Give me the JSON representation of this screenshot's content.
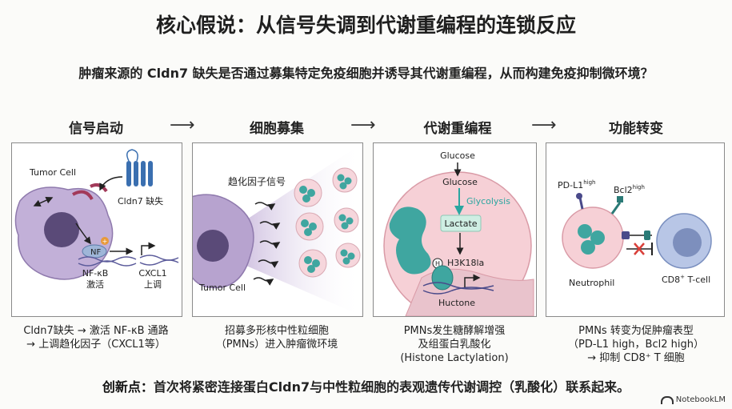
{
  "title": "核心假说：从信号失调到代谢重编程的连锁反应",
  "question": "肿瘤来源的 Cldn7 缺失是否通过募集特定免疫细胞并诱导其代谢重编程，从而构建免疫抑制微环境？",
  "steps": [
    {
      "label": "信号启动",
      "panel": {
        "tumor_cell": "Tumor Cell",
        "cldn7": "Cldn7 缺失",
        "nf": "NF",
        "nfkb_line1": "NF-κB",
        "nfkb_line2": "激活",
        "cxcl1_line1": "CXCL1",
        "cxcl1_line2": "上调"
      },
      "caption": [
        "Cldn7缺失 → 激活 NF-κB 通路",
        "→ 上调趋化因子（CXCL1等）"
      ]
    },
    {
      "label": "细胞募集",
      "panel": {
        "signal": "趋化因子信号",
        "tumor_cell": "Tumor Cell"
      },
      "caption": [
        "招募多形核中性粒细胞",
        "（PMNs）进入肿瘤微环境"
      ]
    },
    {
      "label": "代谢重编程",
      "panel": {
        "glucose_out": "Glucose",
        "glucose_in": "Glucose",
        "glycolysis": "Glycolysis",
        "lactate": "Lactate",
        "h3k18la": "H3K18la",
        "h_mark": "H",
        "hucto": "Huctone"
      },
      "caption": [
        "PMNs发生糖酵解增强",
        "及组蛋白乳酸化",
        "(Histone Lactylation)"
      ]
    },
    {
      "label": "功能转变",
      "panel": {
        "pdl1": "PD-L1",
        "pdl1_sup": "high",
        "bcl2": "Bcl2",
        "bcl2_sup": "high",
        "neutrophil": "Neutrophil",
        "cd8": "CD8",
        "cd8_sup": "+",
        "cd8_suffix": " T-cell"
      },
      "caption": [
        "PMNs 转变为促肿瘤表型",
        "（PD-L1 high，Bcl2 high）",
        "→ 抑制 CD8⁺ T 细胞"
      ]
    }
  ],
  "arrows": [
    "⟶",
    "⟶",
    "⟶"
  ],
  "footer": {
    "label": "创新点：",
    "text": "首次将紧密连接蛋白Cldn7与中性粒细胞的表观遗传代谢调控（乳酸化）联系起来。"
  },
  "brand": "NotebookLM",
  "colors": {
    "tumor": "#b7a3cf",
    "nucleus": "#5a4a78",
    "teal": "#3fa6a0",
    "pink": "#f3d3d9",
    "cd8": "#b8c6e6",
    "glyco_arrow": "#2aa6a0",
    "inhibit": "#d9403a"
  }
}
